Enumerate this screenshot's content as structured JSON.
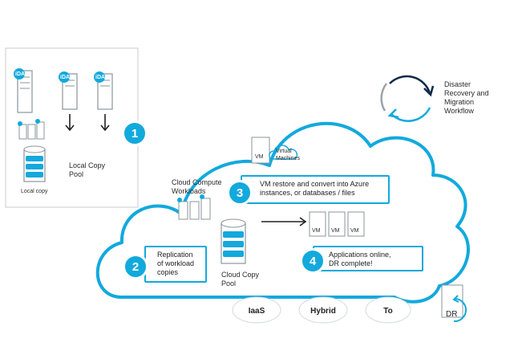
{
  "workflow": {
    "title": "Disaster\nRecovery and\nMigration\nWorkflow"
  },
  "local": {
    "server_tag": "iDA",
    "pool_label": "Local Copy\nPool",
    "db_label": "Local copy"
  },
  "cloud": {
    "workloads_label": "Cloud Compute\nWorkloads",
    "pool_label": "Cloud Copy\nPool",
    "vm_tag": "VM",
    "virtual_machines_label": "Virtual\nMachines"
  },
  "steps": [
    {
      "num": "1",
      "text": ""
    },
    {
      "num": "2",
      "text": "Replication\nof workload\ncopies"
    },
    {
      "num": "3",
      "text": "VM restore and convert into Azure\ninstances, or databases / files"
    },
    {
      "num": "4",
      "text": "Applications online,\nDR complete!"
    }
  ],
  "bottom_pills": [
    "IaaS",
    "Hybrid",
    "To"
  ],
  "dr_label": "DR",
  "colors": {
    "accent": "#12a9dd",
    "dark": "#0e2a47",
    "line": "#9aa3ab"
  }
}
